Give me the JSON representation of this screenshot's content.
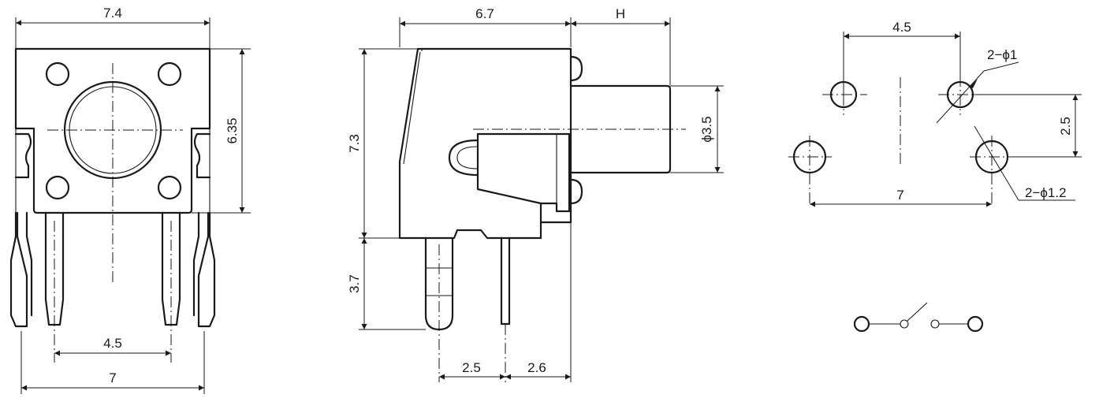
{
  "front_view": {
    "width_top": "7.4",
    "height_body": "6.35",
    "pin_spacing": "4.5",
    "total_width": "7"
  },
  "side_view": {
    "depth": "6.7",
    "actuator_length": "H",
    "height": "7.3",
    "actuator_diameter": "ϕ3.5",
    "pin_length": "3.7",
    "pin_offset_a": "2.5",
    "pin_offset_b": "2.6"
  },
  "pcb_layout": {
    "spacing_top": "4.5",
    "small_holes": "2−ϕ1",
    "vertical_offset": "2.5",
    "large_holes": "2−ϕ1.2",
    "spacing_bottom": "7"
  },
  "colors": {
    "line": "#1a1a1a",
    "background": "#ffffff"
  }
}
